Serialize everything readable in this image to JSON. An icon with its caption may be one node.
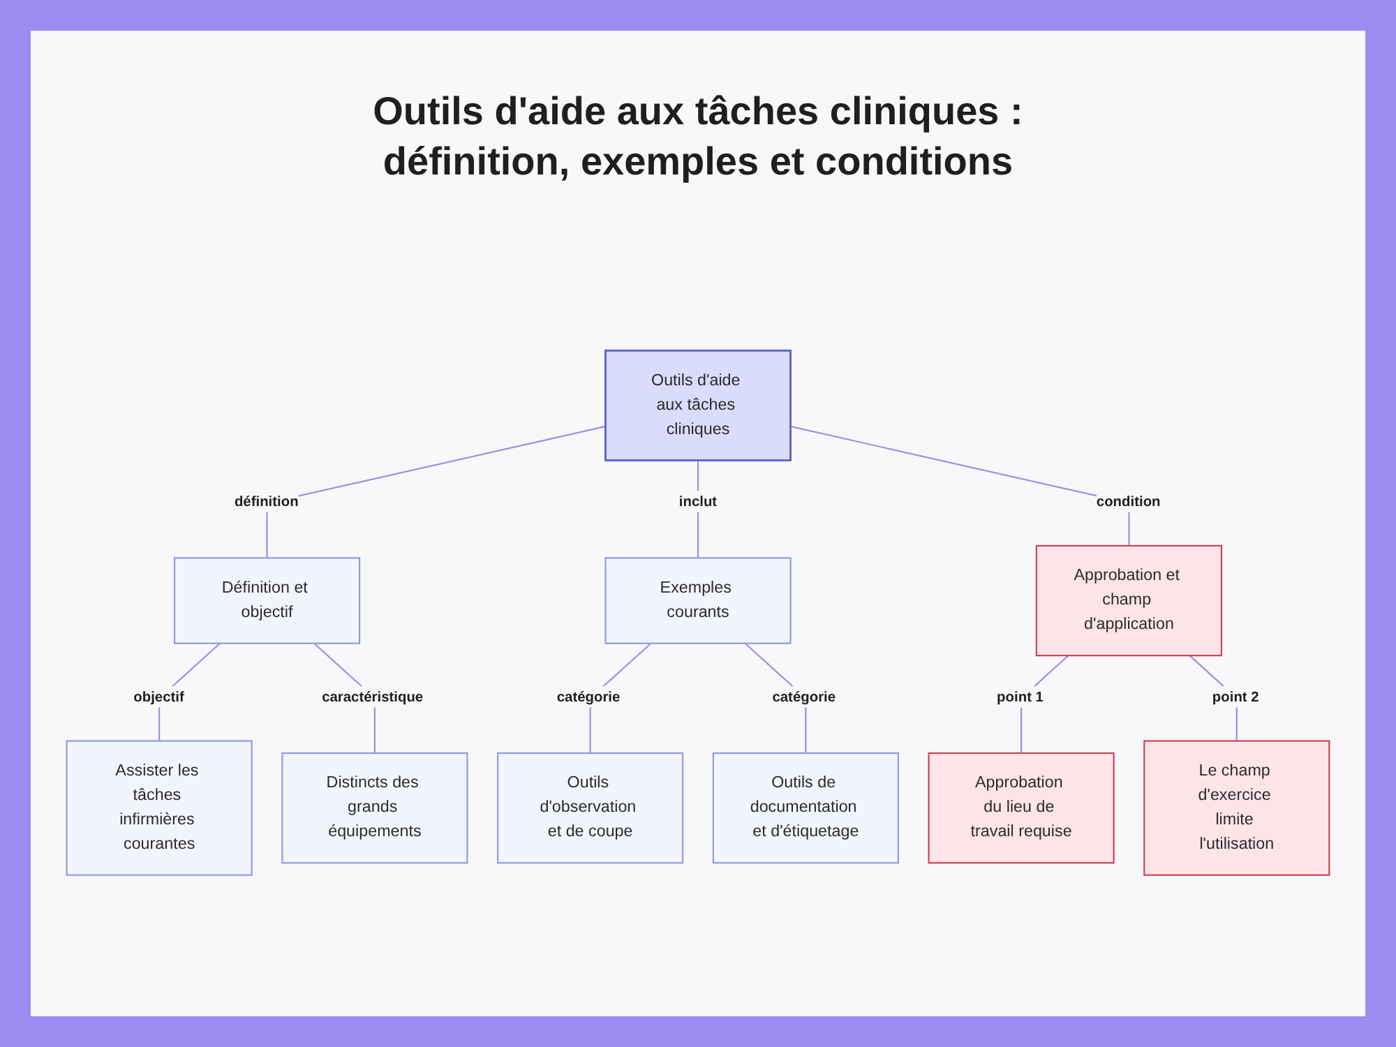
{
  "diagram": {
    "title": "Outils d'aide aux tâches cliniques : définition, exemples et conditions",
    "nodes": [
      {
        "text": [
          "Outils d'aide aux tâches cliniques"
        ]
      },
      {
        "text": [
          "Définition et objectif"
        ]
      },
      {
        "text": [
          "Exemples courants"
        ]
      },
      {
        "text": [
          "Approbation et champ d'application"
        ]
      },
      {
        "text": [
          "Assister les tâches infirmières courantes"
        ]
      },
      {
        "text": [
          "Distincts des grands équipements"
        ]
      },
      {
        "text": [
          "Outils d'observation et de coupe"
        ]
      },
      {
        "text": [
          "Outils de documentation et d'étiquetage"
        ]
      },
      {
        "text": [
          "Approbation du lieu de travail requise"
        ]
      },
      {
        "text": [
          "Le champ d'exercice limite l'utilisation"
        ]
      }
    ],
    "edges": [
      {
        "from": 0,
        "to": 1,
        "arrow": "none",
        "label": "définition"
      },
      {
        "from": 0,
        "to": 2,
        "arrow": "none",
        "label": "inclut"
      },
      {
        "from": 0,
        "to": 3,
        "arrow": "none",
        "label": "condition"
      },
      {
        "from": 1,
        "to": 4,
        "arrow": "none",
        "label": "objectif"
      },
      {
        "from": 1,
        "to": 5,
        "arrow": "none",
        "label": "caractéristique"
      },
      {
        "from": 2,
        "to": 6,
        "arrow": "none",
        "label": "catégorie"
      },
      {
        "from": 2,
        "to": 7,
        "arrow": "none",
        "label": "catégorie"
      },
      {
        "from": 3,
        "to": 8,
        "arrow": "none",
        "label": "point 1"
      },
      {
        "from": 3,
        "to": 9,
        "arrow": "none",
        "label": "point 2"
      }
    ]
  }
}
